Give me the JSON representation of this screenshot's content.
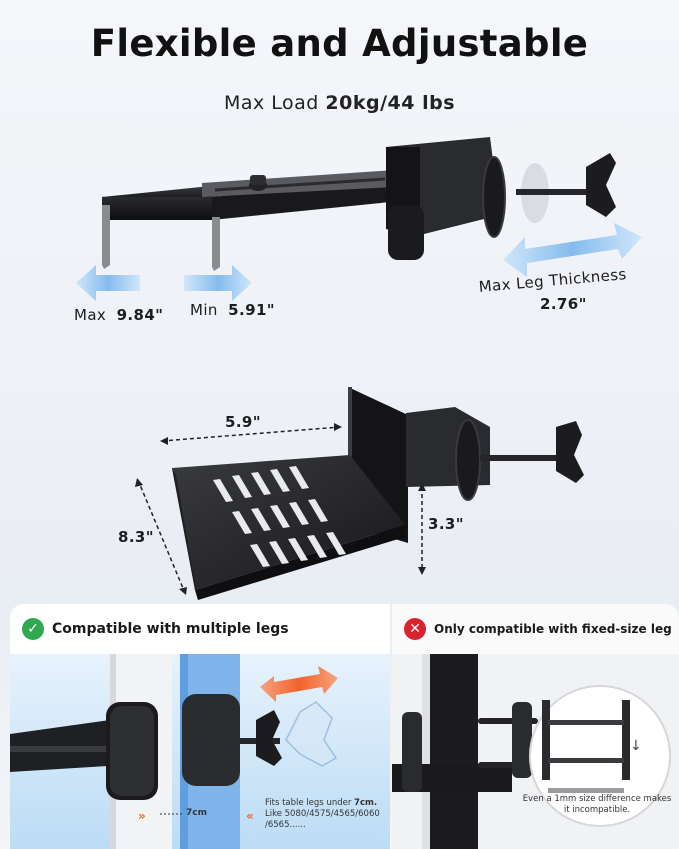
{
  "title": "Flexible and Adjustable",
  "load": {
    "prefix": "Max Load ",
    "value": "20kg/44 lbs"
  },
  "top_dims": {
    "max_label": "Max",
    "max_value": "9.84\"",
    "min_label": "Min",
    "min_value": "5.91\"",
    "leg_label": "Max Leg Thickness",
    "leg_value": "2.76\""
  },
  "tray_dims": {
    "width": "5.9\"",
    "depth": "8.3\"",
    "height": "3.3\""
  },
  "compatible": {
    "heading": "Compatible with multiple legs",
    "gap": "7cm",
    "note_prefix": "Fits table legs under ",
    "note_bold": "7cm.",
    "note_rest": "Like 5080/4575/4565/6060 /6565......"
  },
  "incompatible": {
    "heading": "Only compatible with fixed-size leg",
    "note": "Even a 1mm size difference makes it incompatible."
  },
  "colors": {
    "check_green": "#2fa84f",
    "cross_red": "#d8242f",
    "arrow_blue": "#8fc3ef",
    "arrow_orange": "#f2622a"
  }
}
